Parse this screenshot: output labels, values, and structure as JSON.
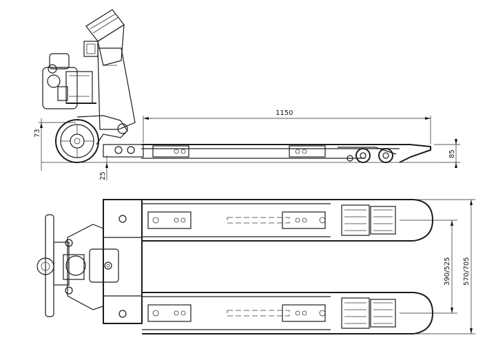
{
  "dimensions": {
    "length": "1150",
    "height_a": "73",
    "height_b": "25",
    "fork_height": "85",
    "inner_width": "390/525",
    "outer_width": "570/705"
  }
}
